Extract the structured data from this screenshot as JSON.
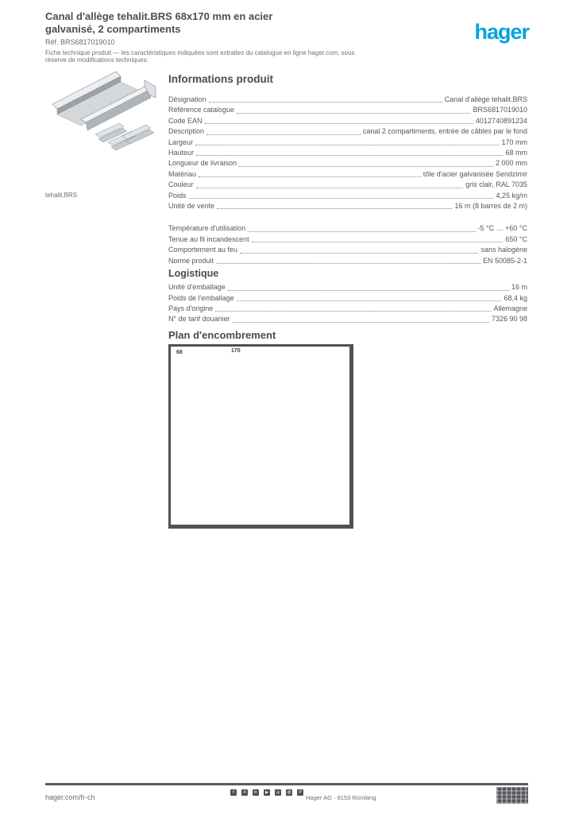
{
  "brand": {
    "logo_text": "hager",
    "logo_color": "#00a3e2"
  },
  "header": {
    "title_line1": "Canal d'allège tehalit.BRS 68x170 mm en acier",
    "title_line2": "galvanisé, 2 compartiments",
    "reference_line": "Réf. BRS6817019010",
    "meta_line": "Fiche technique produit — les caractéristiques indiquées sont extraites du catalogue en ligne hager.com, sous réserve de modifications techniques."
  },
  "product": {
    "image_caption": "tehalit.BRS"
  },
  "sections": {
    "info": {
      "heading": "Informations produit",
      "rows": [
        {
          "label": "Désignation",
          "value": "Canal d'allège tehalit.BRS"
        },
        {
          "label": "Référence catalogue",
          "value": "BRS6817019010"
        },
        {
          "label": "Code EAN",
          "value": "4012740891234"
        },
        {
          "label": "Description",
          "value": "canal 2 compartiments, entrée de câbles par le fond"
        },
        {
          "label": "Largeur",
          "value": "170 mm"
        },
        {
          "label": "Hauteur",
          "value": "68 mm"
        },
        {
          "label": "Longueur de livraison",
          "value": "2 000 mm"
        },
        {
          "label": "Matériau",
          "value": "tôle d'acier galvanisée Sendzimir"
        },
        {
          "label": "Couleur",
          "value": "gris clair, RAL 7035"
        },
        {
          "label": "Poids",
          "value": "4,25 kg/m"
        },
        {
          "label": "Unité de vente",
          "value": "16 m (8 barres de 2 m)"
        }
      ]
    },
    "info2": {
      "rows": [
        {
          "label": "Température d'utilisation",
          "value": "-5 °C … +60 °C"
        },
        {
          "label": "Tenue au fil incandescent",
          "value": "650 °C"
        },
        {
          "label": "Comportement au feu",
          "value": "sans halogène"
        },
        {
          "label": "Norme produit",
          "value": "EN 50085-2-1"
        }
      ]
    },
    "logistics": {
      "heading": "Logistique",
      "rows": [
        {
          "label": "Unité d'emballage",
          "value": "16 m"
        },
        {
          "label": "Poids de l'emballage",
          "value": "68,4 kg"
        },
        {
          "label": "Pays d'origine",
          "value": "Allemagne"
        },
        {
          "label": "N° de tarif douanier",
          "value": "7326 90 98"
        }
      ]
    },
    "drawing": {
      "heading": "Plan d'encombrement",
      "dim_a": "68",
      "dim_b": "170"
    }
  },
  "footer": {
    "website": "hager.com/fr-ch",
    "company_line": "Hager AG · 8153 Rümlang",
    "social_icons": [
      "f",
      "X",
      "in",
      "▶",
      "◎",
      "@",
      "P"
    ]
  }
}
